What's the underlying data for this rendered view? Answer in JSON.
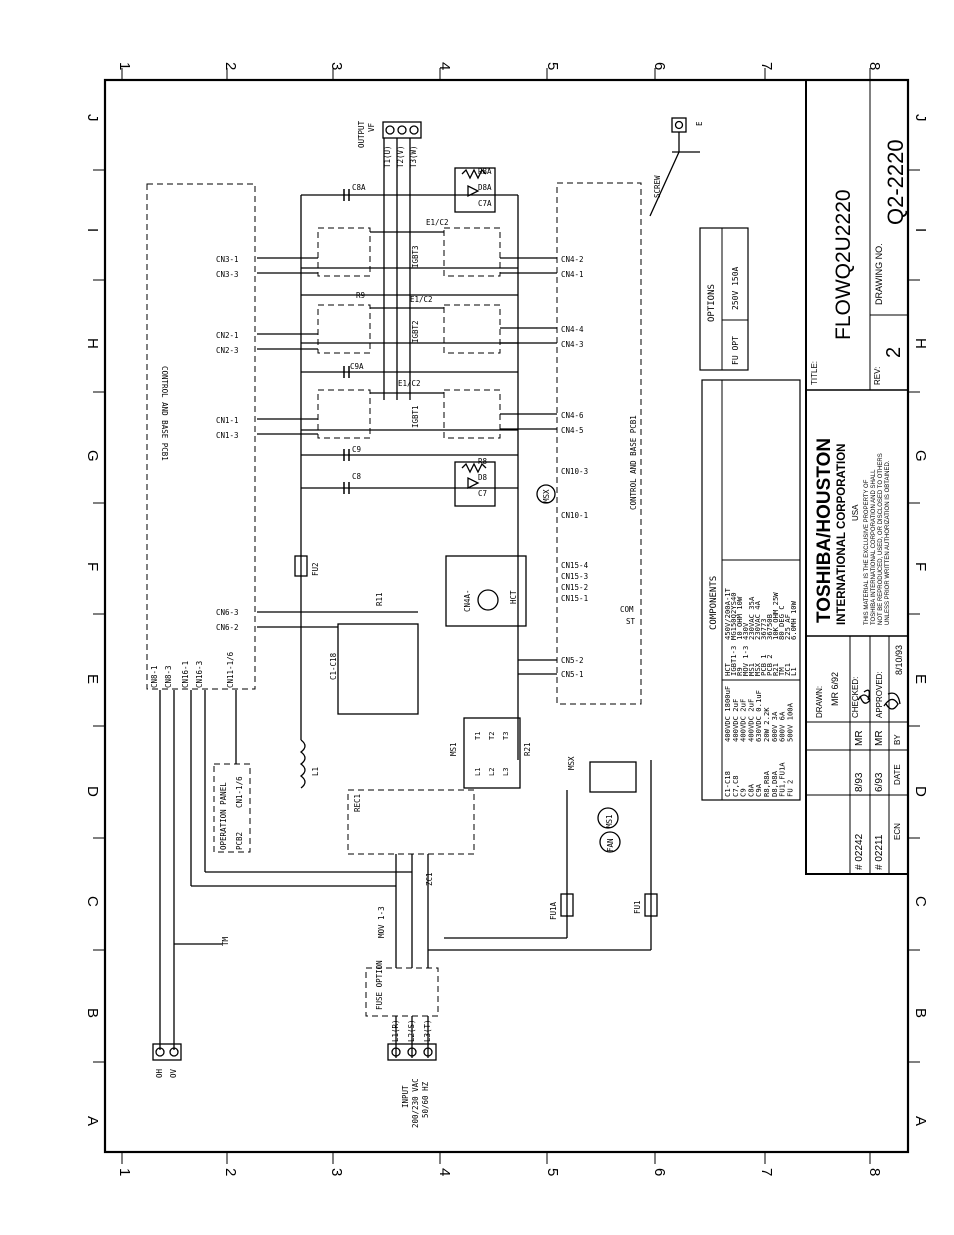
{
  "border": {
    "left_numbers": [
      "1",
      "2",
      "3",
      "4",
      "5",
      "6",
      "7",
      "8"
    ],
    "top_letters": [
      "J",
      "I",
      "H",
      "G",
      "F",
      "E",
      "D",
      "C",
      "B",
      "A"
    ]
  },
  "title_block": {
    "company_line1": "TOSHIBA/HOUSTON",
    "company_line2": "INTERNATIONAL CORPORATION",
    "country": "USA",
    "notice_lines": [
      "THIS MATERIAL IS THE EXCLUSIVE PROPERTY OF",
      "TOSHIBA INTERNATIONAL CORPORATION AND SHALL",
      "NOT BE REPRODUCED, USED, OR DISCLOSED TO OTHERS",
      "UNLESS PRIOR WRITTEN AUTHORIZATION IS OBTAINED."
    ],
    "title_label": "TITLE:",
    "title": "FLOWQ2U2220",
    "rev_label": "REV:",
    "rev": "2",
    "drawing_no_label": "DRAWING NO.",
    "drawing_no": "Q2-2220",
    "drawn_label": "DRAWN:",
    "drawn": "MR 6/92",
    "checked_label": "CHECKED:",
    "approved_label": "APPROVED:",
    "approved_date": "8/10/93",
    "revisions": [
      {
        "ecn": "# 02242",
        "date": "8/93",
        "by": "MR"
      },
      {
        "ecn": "# 02211",
        "date": "6/93",
        "by": "MR"
      }
    ],
    "header_ecn": "ECN",
    "header_date": "DATE",
    "header_by": "BY"
  },
  "components": {
    "title": "COMPONENTS",
    "col1": [
      "C1-C18",
      "C7,C8",
      "C9",
      "C8A",
      "C9A",
      "R8,R8A",
      "D8,D8A",
      "FU1,FU1A",
      "FU 2"
    ],
    "col2": [
      "400VDC 1800uF",
      "400VDC 2uF",
      "400VDC 2uF",
      "400VDC 2uF",
      "630VDC 0.1uF",
      "20W 2.2K",
      "600V 3A",
      "600V 6A",
      "500V 100A"
    ],
    "col3": [
      "HCT",
      "IGBT1-3",
      "R9",
      "MOV 1-3",
      "MS1",
      "MSX",
      "PCB 1",
      "PCB 2",
      "R21",
      "TM",
      "ZC1",
      "L1"
    ],
    "col4": [
      "450V/200A-1T",
      "MG150Q2YS40",
      "10 OHM 10W",
      "430V",
      "230VAC 35A",
      "230VAC 4A",
      "36773",
      "36750B",
      "10K OHM 25W",
      "80 DEG C",
      "225 AF",
      "6.0MH 10W"
    ]
  },
  "options": {
    "title": "OPTIONS",
    "item": "FU OPT",
    "value": "250V 150A"
  },
  "schematic": {
    "output_label": "OUTPUT",
    "vf_label": "VF",
    "t1": "T1(U)",
    "t2": "T2(V)",
    "t3": "T3(W)",
    "e": "E",
    "screw": "SCREW",
    "pcb1_left": "CONTROL AND BASE PCB1",
    "pcb1_right": "CONTROL AND BASE PCB1",
    "igbt": [
      "IGBT1",
      "IGBT2",
      "IGBT3"
    ],
    "emitter_labels": [
      "E1/C2",
      "E1/C2",
      "E1/C2"
    ],
    "cn_left": [
      "CN3-1",
      "CN3-3",
      "CN2-1",
      "CN2-3",
      "CN1-1",
      "CN1-3",
      "CN6-3",
      "CN6-2"
    ],
    "cn_right": [
      "CN4-2",
      "CN4-1",
      "CN4-4",
      "CN4-3",
      "CN4-6",
      "CN4-5",
      "CN10-3",
      "CN10-1",
      "CN15-4",
      "CN15-3",
      "CN15-2",
      "CN15-1",
      "CN5-2",
      "CN5-1"
    ],
    "cn_bottom": [
      "CN8-1",
      "CN8-3",
      "CN16-1",
      "CN16-3",
      "CN11-1/6"
    ],
    "caps": [
      "C8A",
      "C9A",
      "C9",
      "C8",
      "C7",
      "C7A",
      "C1-C18"
    ],
    "resistors": [
      "R8A",
      "R9",
      "R8",
      "R11",
      "R21"
    ],
    "diodes": [
      "D8A",
      "D8"
    ],
    "misc": [
      "MSX",
      "HCT",
      "CN4A-",
      "COM",
      "ST",
      "FU2",
      "L1",
      "REC1",
      "MS1",
      "ZC1",
      "MOV 1-3",
      "FU1A",
      "FU1",
      "TM",
      "FAN",
      "MS1",
      "MSX"
    ],
    "ms1_contacts": [
      "L1",
      "L2",
      "L3",
      "T1",
      "T2",
      "T3"
    ],
    "op_panel_line1": "OPERATION PANEL",
    "op_panel_cn": "CN1-1/6",
    "op_panel_pcb": "PCB2",
    "fuse_option": "FUSE OPTION",
    "inputs": [
      "L1(R)",
      "L2(S)",
      "L3(T)"
    ],
    "input_note": [
      "INPUT",
      "200/230 VAC",
      "50/60 HZ"
    ],
    "oh": "OH",
    "ov": "OV"
  }
}
